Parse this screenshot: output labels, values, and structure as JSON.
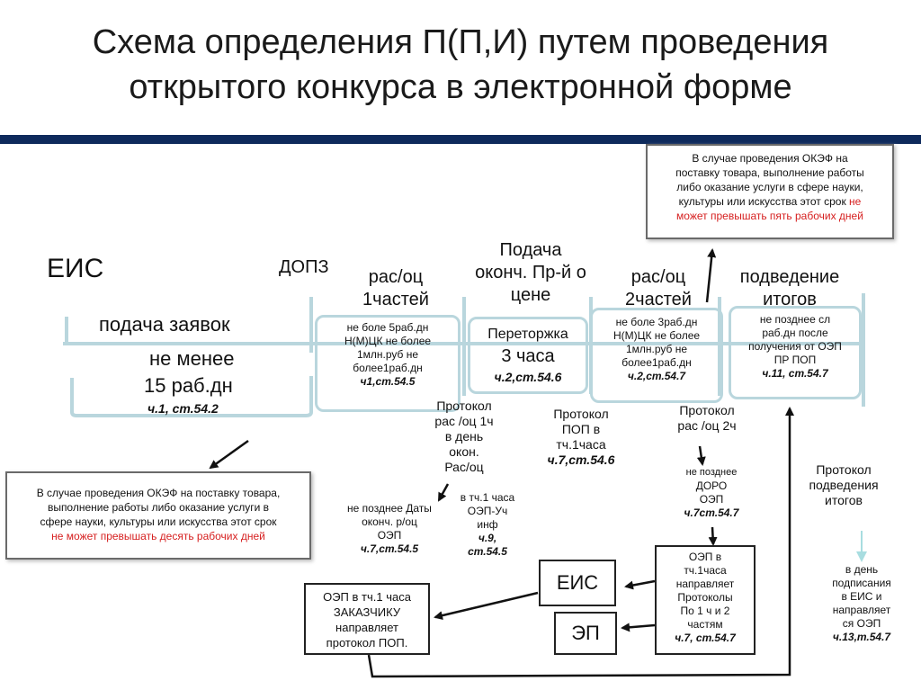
{
  "header": {
    "title_line1": "Схема определения П(П,И) путем проведения",
    "title_line2": "открытого конкурса в электронной форме"
  },
  "colors": {
    "header_bar": "#0e2a5c",
    "accent_red": "#d61f1f",
    "rounded_border": "#b9d6dd"
  },
  "timeline": {
    "eis": "ЕИС",
    "dopz": "ДОПЗ",
    "submission": {
      "label": "подача заявок",
      "min1": "не менее",
      "min2": "15 раб.дн",
      "ref": "ч.1, ст.54.2"
    },
    "stage1": {
      "title1": "рас/оц",
      "title2": "1частей",
      "l1": "не боле 5раб.дн",
      "l2": "Н(М)ЦК не более",
      "l3": "1млн.руб не",
      "l4": "более1раб.дн",
      "ref": "ч1,ст.54.5"
    },
    "stage2": {
      "title1": "Подача",
      "title2": "оконч. Пр-й о",
      "title3": "цене",
      "l1": "Переторжка",
      "l2": "3 часа",
      "ref": "ч.2,ст.54.6"
    },
    "stage3": {
      "title1": "рас/оц",
      "title2": "2частей",
      "l1": "не боле 3раб.дн",
      "l2": "Н(М)ЦК не более",
      "l3": "1млн.руб не",
      "l4": "более1раб.дн",
      "ref": "ч.2,ст.54.7"
    },
    "stage4": {
      "title1": "подведение",
      "title2": "итогов",
      "l1": "не позднее сл",
      "l2": "раб.дн после",
      "l3": "получения от ОЭП",
      "l4": "ПР  ПОП",
      "ref": "ч.11, ст.54.7"
    }
  },
  "notes": {
    "top_right": {
      "line1": "В случае проведения ОКЭФ на",
      "line2": "поставку товара, выполнение работы",
      "line3": "либо оказание услуги в сфере науки,",
      "line4_plain": "культуры или искусства этот срок",
      "line4_red": "не",
      "line5_red": "может превышать пять рабочих дней"
    },
    "left": {
      "line1": "В случае проведения ОКЭФ на поставку товара,",
      "line2": "выполнение работы либо оказание услуги в",
      "line3": "сфере науки, культуры или искусства этот срок",
      "line4_red": "не может превышать десять рабочих дней"
    }
  },
  "protocols": {
    "p1": {
      "l1": "Протокол",
      "l2": "рас /оц 1ч",
      "l3": "в день",
      "l4": "окон.",
      "l5": "Рас/оц"
    },
    "p1_deadline": {
      "l1": "не позднее Даты",
      "l2": "оконч. р/оц",
      "l3": "ОЭП",
      "ref": "ч.7,ст.54.5"
    },
    "p1_send": {
      "l1": "в тч.1 часа",
      "l2": "ОЭП-Уч",
      "l3": "инф",
      "ref1": "ч.9,",
      "ref2": "ст.54.5"
    },
    "pop": {
      "l1": "Протокол",
      "l2": "ПОП  в",
      "l3": "тч.1часа",
      "ref": "ч.7,ст.54.6"
    },
    "p2": {
      "l1": "Протокол",
      "l2": "рас /оц 2ч"
    },
    "p2_deadline": {
      "l1": "не позднее",
      "l2": "ДОРО",
      "l3": "ОЭП",
      "ref": "ч.7ст.54.7"
    },
    "final": {
      "l1": "Протокол",
      "l2": "подведения",
      "l3": "итогов"
    },
    "final_publish": {
      "l1": "в день",
      "l2": "подписания",
      "l3": "в ЕИС и",
      "l4": "направляет",
      "l5": "ся ОЭП",
      "ref": "ч.13,т.54.7"
    }
  },
  "boxes": {
    "oep_send": {
      "l1": "ОЭП в",
      "l2": "тч.1часа",
      "l3": "направляет",
      "l4": "Протоколы",
      "l5": "По 1 ч и 2",
      "l6": "частям",
      "ref": "ч.7, ст.54.7"
    },
    "eis": "ЕИС",
    "ep": "ЭП",
    "customer": {
      "l1": "ОЭП в тч.1 часа",
      "l2": "ЗАКАЗЧИКУ",
      "l3": "направляет",
      "l4": "протокол ПОП."
    }
  }
}
